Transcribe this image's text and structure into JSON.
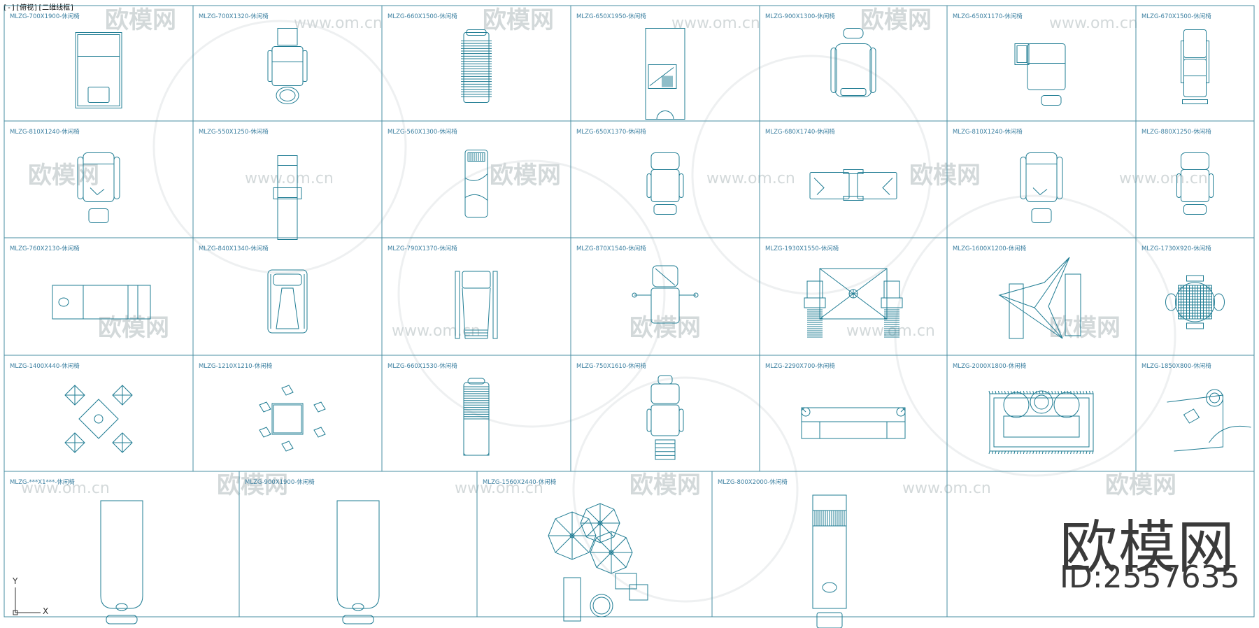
{
  "viewport_label": "[-][俯视][二维线框]",
  "colors": {
    "line": "#1f7c93",
    "frame": "#4a8fa3",
    "label": "#3b7fa0",
    "watermark": "#cfd5d7",
    "brand": "#3a3a3a"
  },
  "watermark": {
    "logo_text": "欧模网",
    "url_text": "www.om.cn"
  },
  "brand": {
    "name": "欧模网",
    "id_text": "ID:2557635"
  },
  "axis": {
    "x_label": "X",
    "y_label": "Y"
  },
  "rows": [
    {
      "cells": [
        {
          "label": "MLZG-700X1900-休闲椅",
          "icon": "lounger-long"
        },
        {
          "label": "MLZG-700X1320-休闲椅",
          "icon": "chair-round-base"
        },
        {
          "label": "MLZG-660X1500-休闲椅",
          "icon": "slatted-lounger"
        },
        {
          "label": "MLZG-650X1950-休闲椅",
          "icon": "lounger-pillow"
        },
        {
          "label": "MLZG-900X1300-休闲椅",
          "icon": "armchair"
        },
        {
          "label": "MLZG-650X1170-休闲椅",
          "icon": "chair-table"
        },
        {
          "label": "MLZG-670X1500-休闲椅",
          "icon": "recliner"
        }
      ]
    },
    {
      "cells": [
        {
          "label": "MLZG-810X1240-休闲椅",
          "icon": "armchair-ottoman"
        },
        {
          "label": "MLZG-550X1250-休闲椅",
          "icon": "narrow-lounger"
        },
        {
          "label": "MLZG-560X1300-休闲椅",
          "icon": "cushion-lounger"
        },
        {
          "label": "MLZG-650X1370-休闲椅",
          "icon": "armchair-tall"
        },
        {
          "label": "MLZG-680X1740-休闲椅",
          "icon": "double-chaise"
        },
        {
          "label": "MLZG-810X1240-休闲椅",
          "icon": "armchair-ottoman"
        },
        {
          "label": "MLZG-880X1250-休闲椅",
          "icon": "armchair-tall"
        }
      ]
    },
    {
      "cells": [
        {
          "label": "MLZG-760X2130-休闲椅",
          "icon": "daybed"
        },
        {
          "label": "MLZG-840X1340-休闲椅",
          "icon": "throw-chair"
        },
        {
          "label": "MLZG-790X1370-休闲椅",
          "icon": "rail-lounger"
        },
        {
          "label": "MLZG-870X1540-休闲椅",
          "icon": "chair-side"
        },
        {
          "label": "MLZG-1930X1550-休闲椅",
          "icon": "umbrella-pair"
        },
        {
          "label": "MLZG-1600X1200-休闲椅",
          "icon": "sail-pair"
        },
        {
          "label": "MLZG-1730X920-休闲椅",
          "icon": "table-grid"
        }
      ]
    },
    {
      "cells": [
        {
          "label": "MLZG-1400X440-休闲椅",
          "icon": "dining-four"
        },
        {
          "label": "MLZG-1210X1210-休闲椅",
          "icon": "square-table-set"
        },
        {
          "label": "MLZG-660X1530-休闲椅",
          "icon": "slatted-chaise"
        },
        {
          "label": "MLZG-750X1610-休闲椅",
          "icon": "chair-footrest"
        },
        {
          "label": "MLZG-2290X700-休闲椅",
          "icon": "sofa-lamps"
        },
        {
          "label": "MLZG-2000X1800-休闲椅",
          "icon": "rug-set"
        },
        {
          "label": "MLZG-1850X800-休闲椅",
          "icon": "corner-set"
        }
      ]
    },
    {
      "cells": [
        {
          "label": "MLZG-***X1***-休闲椅",
          "icon": "pod-lounger"
        },
        {
          "label": "MLZG-900X1900-休闲椅",
          "icon": "pod-lounger"
        },
        {
          "label": "MLZG-1560X2440-休闲椅",
          "icon": "umbrella-cluster"
        },
        {
          "label": "MLZG-800X2000-休闲椅",
          "icon": "sun-bed"
        }
      ]
    }
  ]
}
